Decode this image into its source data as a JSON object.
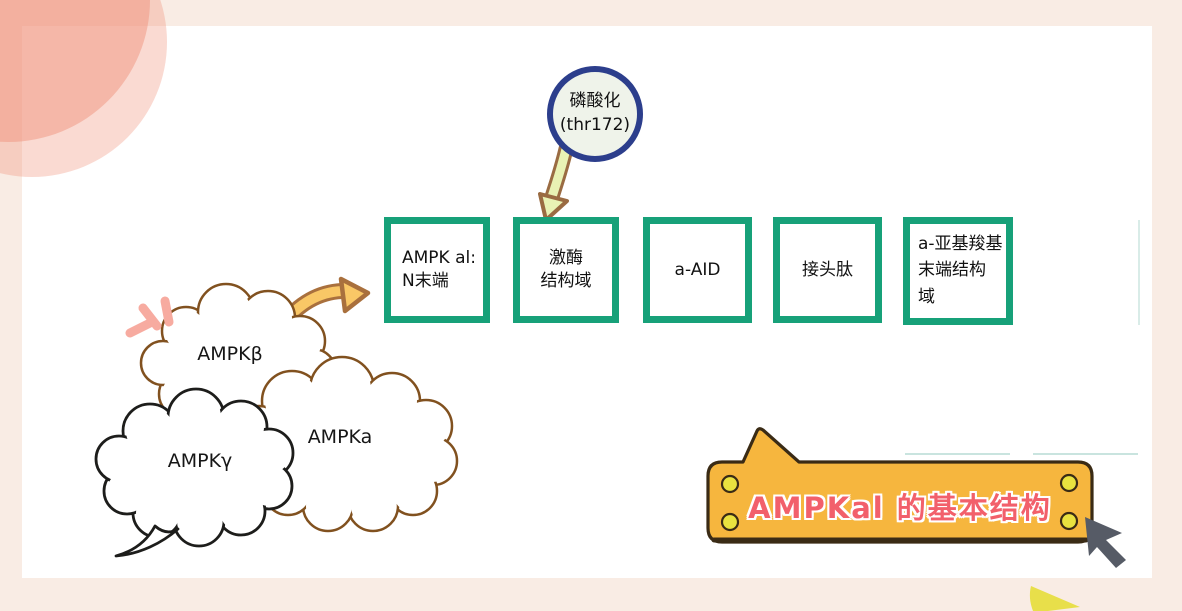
{
  "title": {
    "banner": "AMPKal 的基本结构"
  },
  "phosphorylation": {
    "label": "磷酸化\n(thr172)"
  },
  "domains": [
    {
      "label": "AMPK al:\nN末端"
    },
    {
      "label": "激酶\n结构域"
    },
    {
      "label": "a-AID"
    },
    {
      "label": "接头肽"
    },
    {
      "label": "a-亚基羧基\n末端结构\n域"
    }
  ],
  "subunits": [
    {
      "label": "AMPKβ"
    },
    {
      "label": "AMPKγ"
    },
    {
      "label": "AMPKa"
    }
  ],
  "colors": {
    "page_frame": "#f9ece4",
    "content_bg": "#ffffff",
    "domain_box_border": "#17a179",
    "phospho_circle_border": "#2c3e8c",
    "phospho_circle_fill": "#eff3ea",
    "cloud_outline_brown": "#81511f",
    "cloud_outline_black": "#1d1d1b",
    "banner_fill": "#f6b63e",
    "banner_border": "#3a2b15",
    "banner_text": "#f2606b",
    "rivet_fill": "#e9e23f",
    "orange_arrow_fill": "#f9c766",
    "orange_arrow_outline": "#a9703d",
    "green_arrow_fill": "#e9f2b4",
    "green_arrow_outline": "#9a6b42",
    "cursor": "#565b66",
    "pink_decor": "#f0947e",
    "sparkle_pink": "#f7aba0",
    "paper_plane_yellow": "#e8df4a"
  }
}
